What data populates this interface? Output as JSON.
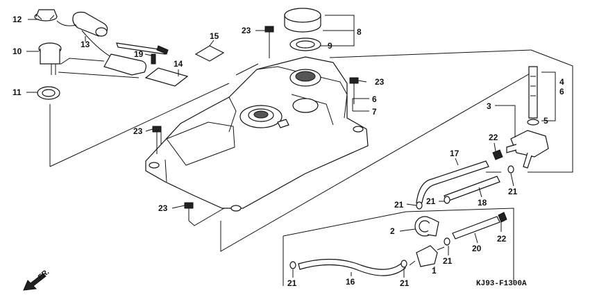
{
  "diagram": {
    "callouts": [
      {
        "id": "c12",
        "text": "12"
      },
      {
        "id": "c13",
        "text": "13"
      },
      {
        "id": "c10",
        "text": "10"
      },
      {
        "id": "c11",
        "text": "11"
      },
      {
        "id": "c15",
        "text": "15"
      },
      {
        "id": "c19",
        "text": "19"
      },
      {
        "id": "c14",
        "text": "14"
      },
      {
        "id": "c23a",
        "text": "23"
      },
      {
        "id": "c8",
        "text": "8"
      },
      {
        "id": "c9",
        "text": "9"
      },
      {
        "id": "c23b",
        "text": "23"
      },
      {
        "id": "c6a",
        "text": "6"
      },
      {
        "id": "c7",
        "text": "7"
      },
      {
        "id": "c23c",
        "text": "23"
      },
      {
        "id": "c23d",
        "text": "23"
      },
      {
        "id": "c3",
        "text": "3"
      },
      {
        "id": "c4",
        "text": "4"
      },
      {
        "id": "c6b",
        "text": "6"
      },
      {
        "id": "c5",
        "text": "5"
      },
      {
        "id": "c22a",
        "text": "22"
      },
      {
        "id": "c17",
        "text": "17"
      },
      {
        "id": "c21a",
        "text": "21"
      },
      {
        "id": "c21b",
        "text": "21"
      },
      {
        "id": "c21c",
        "text": "21"
      },
      {
        "id": "c18",
        "text": "18"
      },
      {
        "id": "c2",
        "text": "2"
      },
      {
        "id": "c20",
        "text": "20"
      },
      {
        "id": "c22b",
        "text": "22"
      },
      {
        "id": "c21d",
        "text": "21"
      },
      {
        "id": "c1",
        "text": "1"
      },
      {
        "id": "c21e",
        "text": "21"
      },
      {
        "id": "c16",
        "text": "16"
      },
      {
        "id": "c21f",
        "text": "21"
      }
    ],
    "code": "KJ93-F1300A",
    "direction": "FR."
  }
}
